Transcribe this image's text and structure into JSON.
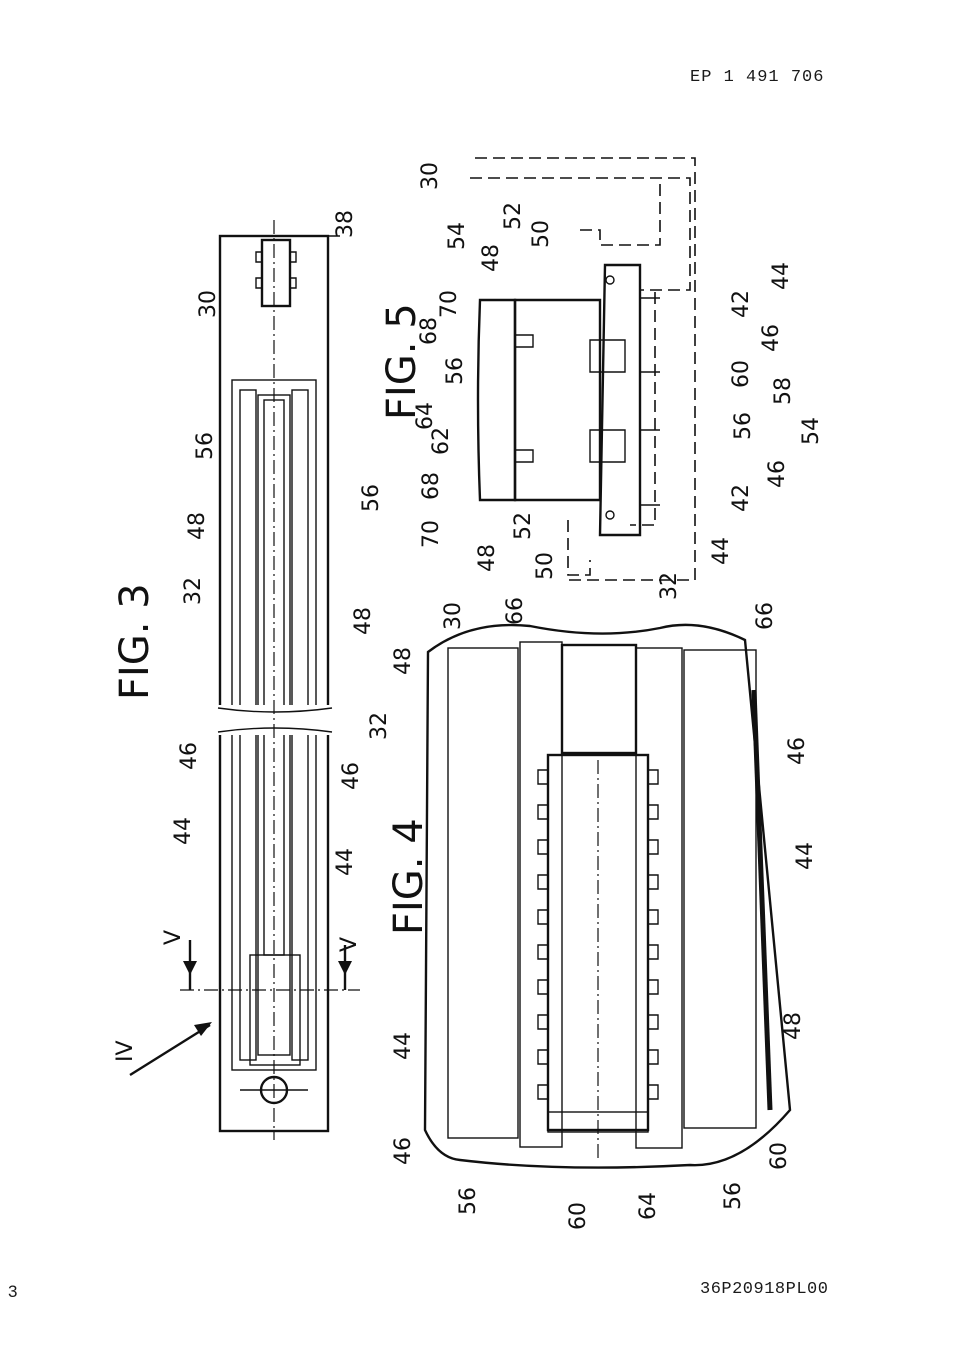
{
  "header": {
    "publication_number": "EP 1 491 706"
  },
  "footer": {
    "page_number": "3",
    "document_code": "36P20918PL00"
  },
  "figures": {
    "fig3": {
      "title": "FIG. 3",
      "labels": [
        "30",
        "38",
        "56",
        "48",
        "32",
        "46",
        "44",
        "56",
        "48",
        "46",
        "44",
        "IV",
        "V",
        "V"
      ]
    },
    "fig4": {
      "title": "FIG. 4",
      "labels": [
        "30",
        "32",
        "48",
        "66",
        "66",
        "46",
        "44",
        "48",
        "44",
        "46",
        "56",
        "60",
        "64",
        "56",
        "60"
      ]
    },
    "fig5": {
      "title": "FIG. 5",
      "labels": [
        "30",
        "54",
        "52",
        "50",
        "48",
        "70",
        "68",
        "56",
        "64",
        "62",
        "68",
        "70",
        "48",
        "52",
        "50",
        "44",
        "42",
        "46",
        "60",
        "58",
        "56",
        "54",
        "46",
        "42",
        "44",
        "32"
      ]
    }
  }
}
